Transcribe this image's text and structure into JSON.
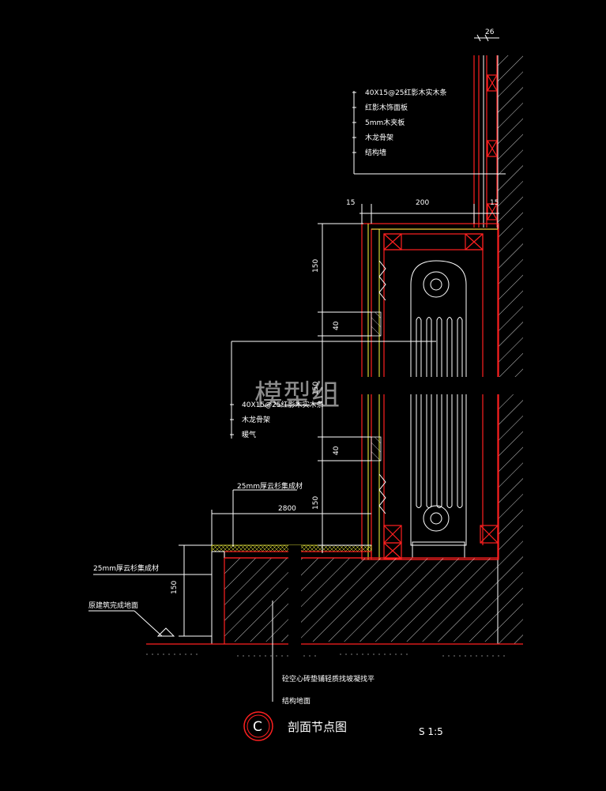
{
  "drawing": {
    "title": "剖面节点图",
    "marker": "C",
    "scale": "S 1:5",
    "watermark": "模型组",
    "colors": {
      "background": "#000000",
      "line": "#ffffff",
      "section": "#ff2020",
      "finish": "#ffff40"
    }
  },
  "dimensions": {
    "top_26": "26",
    "left_15": "15",
    "width_200": "200",
    "right_15": "15",
    "h_150_top": "150",
    "h_40_a": "40",
    "h_150_mid": "150",
    "h_40_b": "40",
    "h_150_low": "150",
    "w_2800": "2800",
    "h_150_base": "150"
  },
  "notes": {
    "wall": [
      "40X15@25红影木实木条",
      "红影木饰面板",
      "5mm木夹板",
      "木龙骨架",
      "结构墙"
    ],
    "grille": [
      "40X15@25红影木实木条",
      "木龙骨架",
      "暖气"
    ],
    "sill_label": "25mm厚云杉集成材",
    "step_label": "25mm厚云杉集成材",
    "floor_label": "原建筑完成地面",
    "screed_label": "砼空心砖垫铺轻质找坡凝找平",
    "slab_label": "结构地面"
  }
}
